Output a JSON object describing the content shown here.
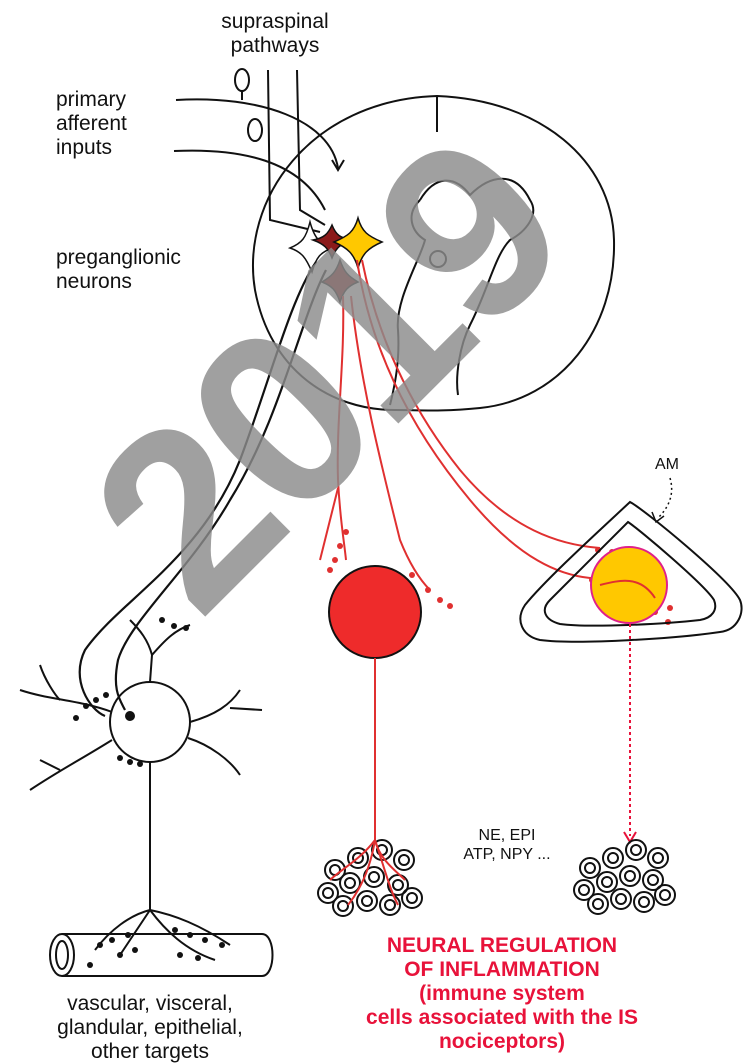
{
  "labels": {
    "supraspinal": [
      "supraspinal",
      "pathways"
    ],
    "primary_afferent": [
      "primary",
      "afferent",
      "inputs"
    ],
    "preganglionic": [
      "preganglionic",
      "neurons"
    ],
    "am": "AM",
    "mediators": [
      "NE, EPI",
      "ATP, NPY ..."
    ],
    "targets": [
      "vascular, visceral,",
      "glandular, epithelial,",
      "other targets"
    ],
    "title": [
      "NEURAL REGULATION",
      "OF INFLAMMATION",
      "(immune system",
      "cells associated with the IS",
      "nociceptors)"
    ]
  },
  "watermark": "2019",
  "colors": {
    "red": "#e8123a",
    "fiber_red": "#e03030",
    "cell_red": "#ee2b2b",
    "yellow": "#ffc800",
    "dark_red_star": "#8b1a1a",
    "magenta": "#e0208a",
    "watermark": "#8c8c8c"
  }
}
